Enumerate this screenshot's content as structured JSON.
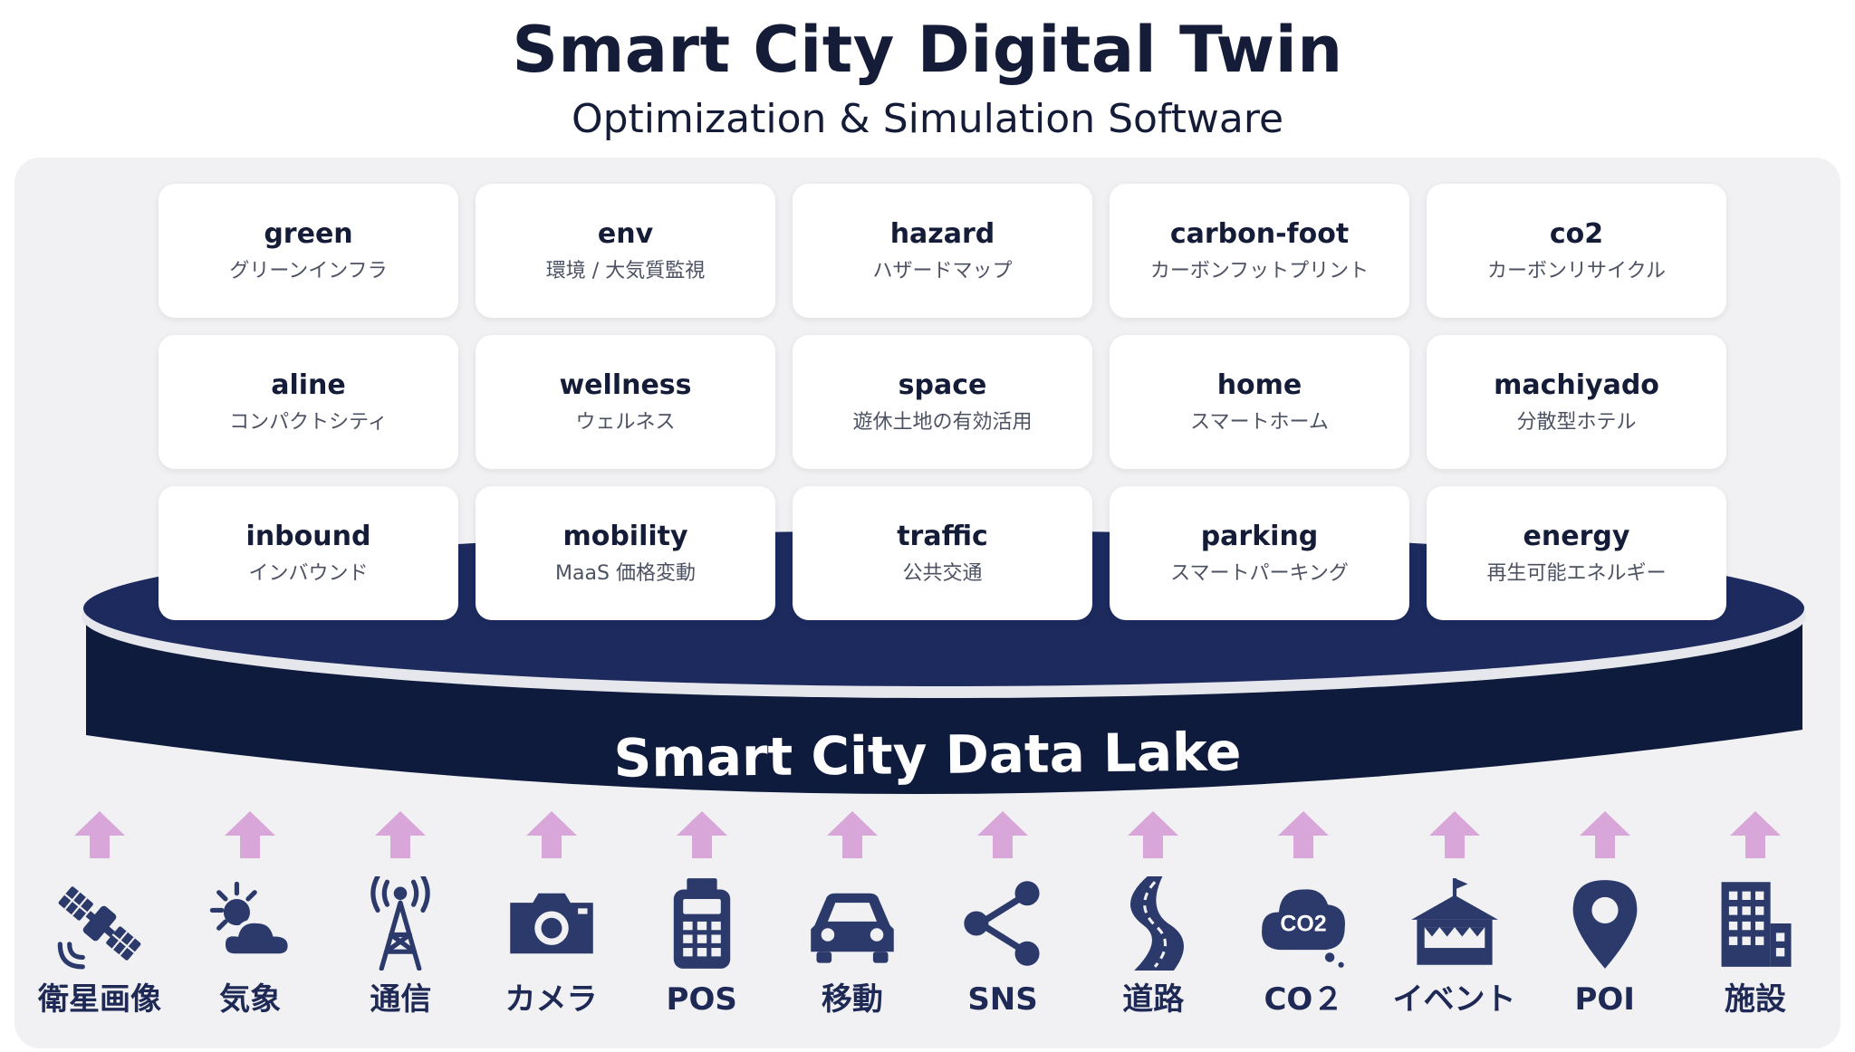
{
  "header": {
    "title": "Smart City Digital Twin",
    "subtitle": "Optimization & Simulation Software"
  },
  "lake": {
    "label": "Smart City Data Lake"
  },
  "colors": {
    "navy": "#151c38",
    "lake_top": "#1c2a5e",
    "lake_band": "#0f1b3d",
    "arrow": "#d8a6d8",
    "icon": "#2b3a6b",
    "panel": "#f1f1f3"
  },
  "modules": [
    {
      "name": "green",
      "sub": "グリーンインフラ"
    },
    {
      "name": "env",
      "sub": "環境 / 大気質監視"
    },
    {
      "name": "hazard",
      "sub": "ハザードマップ"
    },
    {
      "name": "carbon-foot",
      "sub": "カーボンフットプリント"
    },
    {
      "name": "co2",
      "sub": "カーボンリサイクル"
    },
    {
      "name": "aline",
      "sub": "コンパクトシティ"
    },
    {
      "name": "wellness",
      "sub": "ウェルネス"
    },
    {
      "name": "space",
      "sub": "遊休土地の有効活用"
    },
    {
      "name": "home",
      "sub": "スマートホーム"
    },
    {
      "name": "machiyado",
      "sub": "分散型ホテル"
    },
    {
      "name": "inbound",
      "sub": "インバウンド"
    },
    {
      "name": "mobility",
      "sub": "MaaS 価格変動"
    },
    {
      "name": "traffic",
      "sub": "公共交通"
    },
    {
      "name": "parking",
      "sub": "スマートパーキング"
    },
    {
      "name": "energy",
      "sub": "再生可能エネルギー"
    }
  ],
  "sources": [
    {
      "label": "衛星画像",
      "icon": "satellite-icon"
    },
    {
      "label": "気象",
      "icon": "weather-icon"
    },
    {
      "label": "通信",
      "icon": "antenna-icon"
    },
    {
      "label": "カメラ",
      "icon": "camera-icon"
    },
    {
      "label": "POS",
      "icon": "pos-terminal-icon"
    },
    {
      "label": "移動",
      "icon": "car-icon"
    },
    {
      "label": "SNS",
      "icon": "share-icon"
    },
    {
      "label": "道路",
      "icon": "road-icon"
    },
    {
      "label": "CO２",
      "icon": "co2-cloud-icon",
      "badge": "CO2"
    },
    {
      "label": "イベント",
      "icon": "tent-icon"
    },
    {
      "label": "POI",
      "icon": "map-pin-icon"
    },
    {
      "label": "施設",
      "icon": "building-icon"
    }
  ]
}
